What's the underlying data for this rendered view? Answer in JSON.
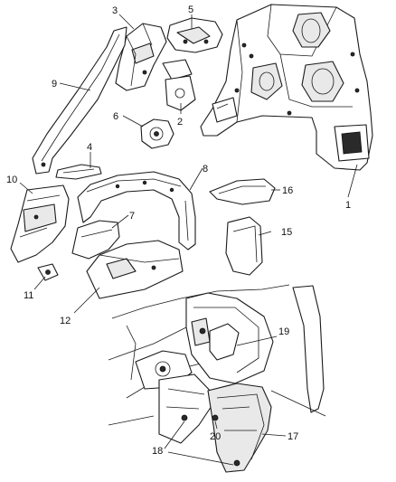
{
  "callouts": [
    {
      "id": "1",
      "text": "1"
    },
    {
      "id": "2",
      "text": "2"
    },
    {
      "id": "3",
      "text": "3"
    },
    {
      "id": "4",
      "text": "4"
    },
    {
      "id": "5",
      "text": "5"
    },
    {
      "id": "6",
      "text": "6"
    },
    {
      "id": "7",
      "text": "7"
    },
    {
      "id": "8",
      "text": "8"
    },
    {
      "id": "9",
      "text": "9"
    },
    {
      "id": "10",
      "text": "10"
    },
    {
      "id": "11",
      "text": "11"
    },
    {
      "id": "12",
      "text": "12"
    },
    {
      "id": "15",
      "text": "15"
    },
    {
      "id": "16",
      "text": "16"
    },
    {
      "id": "17",
      "text": "17"
    },
    {
      "id": "18",
      "text": "18"
    },
    {
      "id": "19",
      "text": "19"
    },
    {
      "id": "20",
      "text": "20"
    }
  ]
}
